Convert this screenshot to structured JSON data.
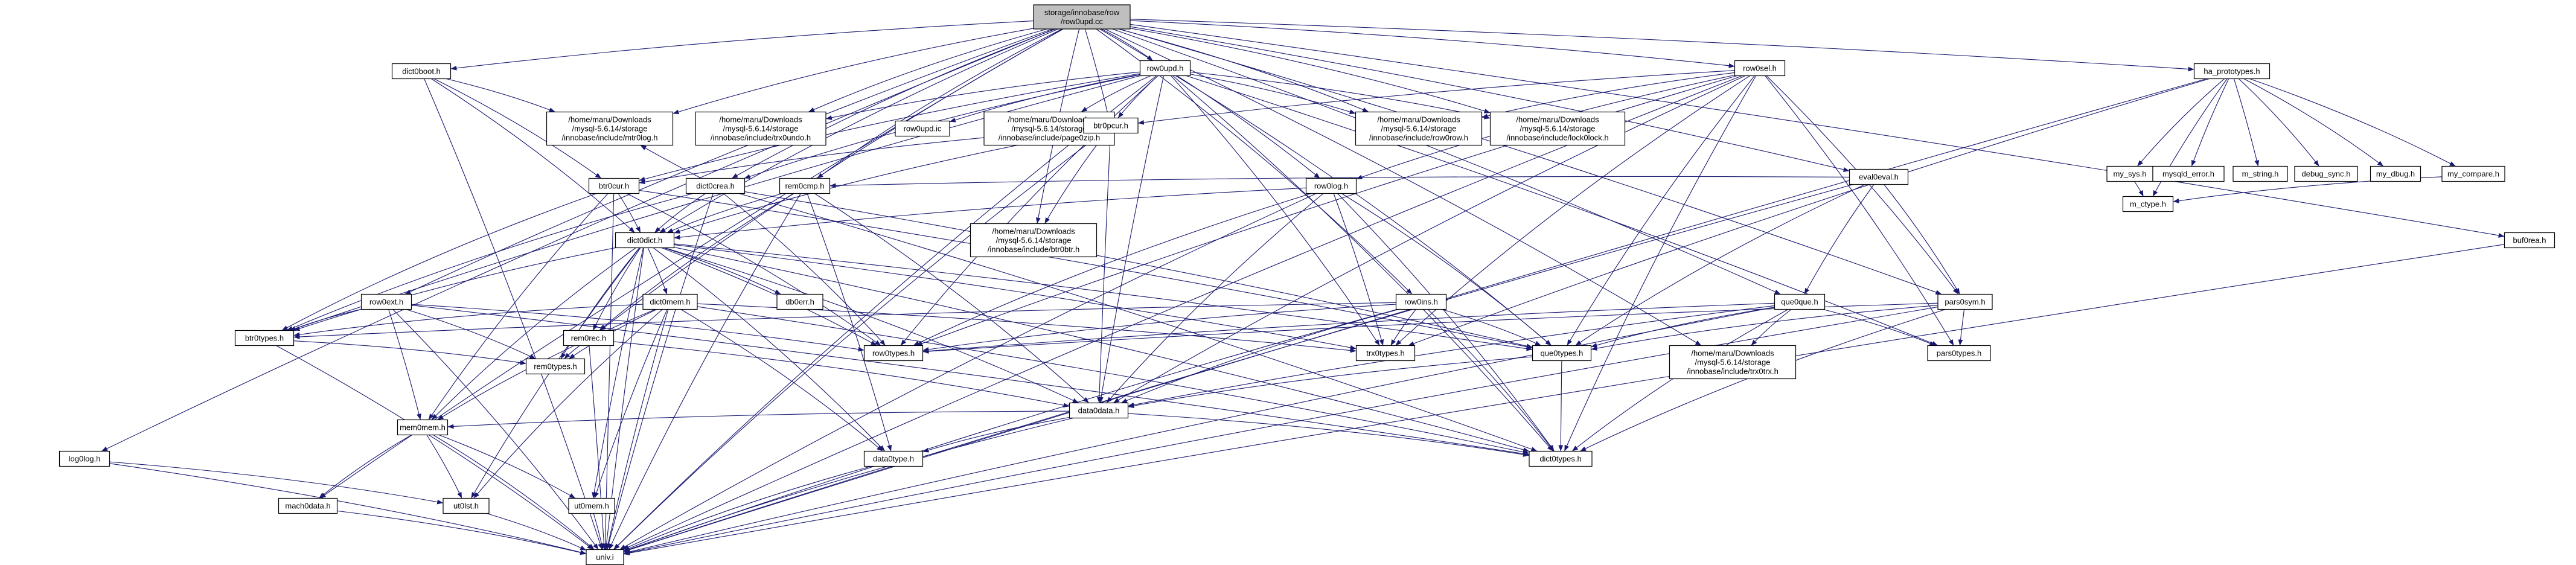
{
  "colors": {
    "root_fill": "#bfbfbf",
    "local_border": "#ff0000",
    "doc_border": "#000000",
    "sys_border": "#bfbfbf",
    "edge": "#191970",
    "label_text": "#000000",
    "node_fill": "#ffffff"
  },
  "nodes": [
    {
      "id": "root",
      "lines": [
        "storage/innobase/row",
        "/row0upd.cc"
      ],
      "kind": "root"
    },
    {
      "id": "dict0boot",
      "lines": [
        "dict0boot.h"
      ],
      "kind": "local"
    },
    {
      "id": "row0upd_h",
      "lines": [
        "row0upd.h"
      ],
      "kind": "doc"
    },
    {
      "id": "row0sel",
      "lines": [
        "row0sel.h"
      ],
      "kind": "local"
    },
    {
      "id": "ha_prototypes",
      "lines": [
        "ha_prototypes.h"
      ],
      "kind": "doc"
    },
    {
      "id": "mtr0log",
      "lines": [
        "/home/maru/Downloads",
        "/mysql-5.6.14/storage",
        "/innobase/include/mtr0log.h"
      ],
      "kind": "sys"
    },
    {
      "id": "trx0undo",
      "lines": [
        "/home/maru/Downloads",
        "/mysql-5.6.14/storage",
        "/innobase/include/trx0undo.h"
      ],
      "kind": "sys"
    },
    {
      "id": "row0upd_ic",
      "lines": [
        "row0upd.ic"
      ],
      "kind": "sys"
    },
    {
      "id": "page0zip",
      "lines": [
        "/home/maru/Downloads",
        "/mysql-5.6.14/storage",
        "/innobase/include/page0zip.h"
      ],
      "kind": "sys"
    },
    {
      "id": "row0row",
      "lines": [
        "/home/maru/Downloads",
        "/mysql-5.6.14/storage",
        "/innobase/include/row0row.h"
      ],
      "kind": "sys"
    },
    {
      "id": "lock0lock",
      "lines": [
        "/home/maru/Downloads",
        "/mysql-5.6.14/storage",
        "/innobase/include/lock0lock.h"
      ],
      "kind": "sys"
    },
    {
      "id": "btr0pcur",
      "lines": [
        "btr0pcur.h"
      ],
      "kind": "local"
    },
    {
      "id": "eval0eval",
      "lines": [
        "eval0eval.h"
      ],
      "kind": "local"
    },
    {
      "id": "my_sys",
      "lines": [
        "my_sys.h"
      ],
      "kind": "local"
    },
    {
      "id": "mysqld_error",
      "lines": [
        "mysqld_error.h"
      ],
      "kind": "sys"
    },
    {
      "id": "m_string",
      "lines": [
        "m_string.h"
      ],
      "kind": "local"
    },
    {
      "id": "debug_sync",
      "lines": [
        "debug_sync.h"
      ],
      "kind": "local"
    },
    {
      "id": "my_dbug",
      "lines": [
        "my_dbug.h"
      ],
      "kind": "local"
    },
    {
      "id": "my_compare",
      "lines": [
        "my_compare.h"
      ],
      "kind": "local"
    },
    {
      "id": "m_ctype",
      "lines": [
        "m_ctype.h"
      ],
      "kind": "local"
    },
    {
      "id": "btr0cur",
      "lines": [
        "btr0cur.h"
      ],
      "kind": "local"
    },
    {
      "id": "dict0crea",
      "lines": [
        "dict0crea.h"
      ],
      "kind": "local"
    },
    {
      "id": "rem0cmp",
      "lines": [
        "rem0cmp.h"
      ],
      "kind": "local"
    },
    {
      "id": "row0log",
      "lines": [
        "row0log.h"
      ],
      "kind": "local"
    },
    {
      "id": "btr0btr",
      "lines": [
        "/home/maru/Downloads",
        "/mysql-5.6.14/storage",
        "/innobase/include/btr0btr.h"
      ],
      "kind": "sys"
    },
    {
      "id": "dict0dict",
      "lines": [
        "dict0dict.h"
      ],
      "kind": "local"
    },
    {
      "id": "buf0rea",
      "lines": [
        "buf0rea.h"
      ],
      "kind": "local"
    },
    {
      "id": "row0ext",
      "lines": [
        "row0ext.h"
      ],
      "kind": "local"
    },
    {
      "id": "dict0mem",
      "lines": [
        "dict0mem.h"
      ],
      "kind": "local"
    },
    {
      "id": "db0err",
      "lines": [
        "db0err.h"
      ],
      "kind": "doc"
    },
    {
      "id": "row0ins",
      "lines": [
        "row0ins.h"
      ],
      "kind": "local"
    },
    {
      "id": "que0que",
      "lines": [
        "que0que.h"
      ],
      "kind": "local"
    },
    {
      "id": "pars0sym",
      "lines": [
        "pars0sym.h"
      ],
      "kind": "local"
    },
    {
      "id": "btr0types",
      "lines": [
        "btr0types.h"
      ],
      "kind": "local"
    },
    {
      "id": "rem0rec",
      "lines": [
        "rem0rec.h"
      ],
      "kind": "local"
    },
    {
      "id": "row0types",
      "lines": [
        "row0types.h"
      ],
      "kind": "doc"
    },
    {
      "id": "trx0types",
      "lines": [
        "trx0types.h"
      ],
      "kind": "local"
    },
    {
      "id": "que0types",
      "lines": [
        "que0types.h"
      ],
      "kind": "doc"
    },
    {
      "id": "trx0trx",
      "lines": [
        "/home/maru/Downloads",
        "/mysql-5.6.14/storage",
        "/innobase/include/trx0trx.h"
      ],
      "kind": "sys"
    },
    {
      "id": "pars0types",
      "lines": [
        "pars0types.h"
      ],
      "kind": "doc"
    },
    {
      "id": "rem0types",
      "lines": [
        "rem0types.h"
      ],
      "kind": "doc"
    },
    {
      "id": "data0data",
      "lines": [
        "data0data.h"
      ],
      "kind": "local"
    },
    {
      "id": "log0log",
      "lines": [
        "log0log.h"
      ],
      "kind": "local"
    },
    {
      "id": "mem0mem",
      "lines": [
        "mem0mem.h"
      ],
      "kind": "local"
    },
    {
      "id": "data0type",
      "lines": [
        "data0type.h"
      ],
      "kind": "local"
    },
    {
      "id": "dict0types",
      "lines": [
        "dict0types.h"
      ],
      "kind": "doc"
    },
    {
      "id": "mach0data",
      "lines": [
        "mach0data.h"
      ],
      "kind": "local"
    },
    {
      "id": "ut0lst",
      "lines": [
        "ut0lst.h"
      ],
      "kind": "doc"
    },
    {
      "id": "ut0mem",
      "lines": [
        "ut0mem.h"
      ],
      "kind": "local"
    },
    {
      "id": "univ",
      "lines": [
        "univ.i"
      ],
      "kind": "sys"
    }
  ],
  "edges": [
    [
      "root",
      "dict0boot"
    ],
    [
      "root",
      "row0upd_h"
    ],
    [
      "root",
      "row0sel"
    ],
    [
      "root",
      "ha_prototypes"
    ],
    [
      "root",
      "mtr0log"
    ],
    [
      "root",
      "trx0undo"
    ],
    [
      "root",
      "row0row"
    ],
    [
      "root",
      "lock0lock"
    ],
    [
      "root",
      "btr0pcur"
    ],
    [
      "root",
      "eval0eval"
    ],
    [
      "root",
      "buf0rea"
    ],
    [
      "root",
      "rem0cmp"
    ],
    [
      "root",
      "row0log"
    ],
    [
      "root",
      "btr0btr"
    ],
    [
      "root",
      "dict0dict"
    ],
    [
      "root",
      "dict0crea"
    ],
    [
      "root",
      "row0ext"
    ],
    [
      "root",
      "row0ins"
    ],
    [
      "root",
      "que0que"
    ],
    [
      "root",
      "pars0sym"
    ],
    [
      "root",
      "rem0rec"
    ],
    [
      "root",
      "log0log"
    ],
    [
      "root",
      "mach0data"
    ],
    [
      "root",
      "trx0trx"
    ],
    [
      "dict0boot",
      "mtr0log"
    ],
    [
      "dict0boot",
      "dict0dict"
    ],
    [
      "dict0boot",
      "univ"
    ],
    [
      "dict0boot",
      "btr0cur"
    ],
    [
      "row0upd_h",
      "trx0undo"
    ],
    [
      "row0upd_h",
      "row0upd_ic"
    ],
    [
      "row0upd_h",
      "page0zip"
    ],
    [
      "row0upd_h",
      "row0row"
    ],
    [
      "row0upd_h",
      "lock0lock"
    ],
    [
      "row0upd_h",
      "btr0pcur"
    ],
    [
      "row0upd_h",
      "btr0types"
    ],
    [
      "row0upd_h",
      "dict0types"
    ],
    [
      "row0upd_h",
      "row0types"
    ],
    [
      "row0upd_h",
      "trx0types"
    ],
    [
      "row0upd_h",
      "que0types"
    ],
    [
      "row0upd_h",
      "data0data"
    ],
    [
      "row0upd_h",
      "pars0types"
    ],
    [
      "row0upd_h",
      "btr0cur"
    ],
    [
      "row0upd_h",
      "dict0crea"
    ],
    [
      "row0upd_h",
      "univ"
    ],
    [
      "row0sel",
      "btr0pcur"
    ],
    [
      "row0sel",
      "row0row"
    ],
    [
      "row0sel",
      "que0types"
    ],
    [
      "row0sel",
      "trx0types"
    ],
    [
      "row0sel",
      "row0types"
    ],
    [
      "row0sel",
      "dict0types"
    ],
    [
      "row0sel",
      "data0data"
    ],
    [
      "row0sel",
      "pars0sym"
    ],
    [
      "row0sel",
      "univ"
    ],
    [
      "row0sel",
      "row0log"
    ],
    [
      "row0sel",
      "pars0types"
    ],
    [
      "ha_prototypes",
      "my_sys"
    ],
    [
      "ha_prototypes",
      "mysqld_error"
    ],
    [
      "ha_prototypes",
      "m_string"
    ],
    [
      "ha_prototypes",
      "debug_sync"
    ],
    [
      "ha_prototypes",
      "my_dbug"
    ],
    [
      "ha_prototypes",
      "my_compare"
    ],
    [
      "ha_prototypes",
      "m_ctype"
    ],
    [
      "ha_prototypes",
      "trx0types"
    ],
    [
      "ha_prototypes",
      "univ"
    ],
    [
      "my_sys",
      "m_ctype"
    ],
    [
      "my_compare",
      "m_ctype"
    ],
    [
      "btr0pcur",
      "btr0cur"
    ],
    [
      "btr0pcur",
      "btr0btr"
    ],
    [
      "btr0pcur",
      "dict0dict"
    ],
    [
      "btr0pcur",
      "data0data"
    ],
    [
      "btr0pcur",
      "univ"
    ],
    [
      "eval0eval",
      "que0que"
    ],
    [
      "eval0eval",
      "pars0sym"
    ],
    [
      "eval0eval",
      "que0types"
    ],
    [
      "eval0eval",
      "univ"
    ],
    [
      "eval0eval",
      "rem0cmp"
    ],
    [
      "buf0rea",
      "univ"
    ],
    [
      "btr0cur",
      "dict0dict"
    ],
    [
      "btr0cur",
      "btr0types"
    ],
    [
      "btr0cur",
      "que0types"
    ],
    [
      "btr0cur",
      "row0types"
    ],
    [
      "btr0cur",
      "univ"
    ],
    [
      "btr0cur",
      "mem0mem"
    ],
    [
      "dict0crea",
      "dict0dict"
    ],
    [
      "dict0crea",
      "dict0types"
    ],
    [
      "dict0crea",
      "que0types"
    ],
    [
      "dict0crea",
      "row0types"
    ],
    [
      "dict0crea",
      "btr0types"
    ],
    [
      "dict0crea",
      "univ"
    ],
    [
      "dict0crea",
      "mtr0log"
    ],
    [
      "rem0cmp",
      "dict0dict"
    ],
    [
      "rem0cmp",
      "data0data"
    ],
    [
      "rem0cmp",
      "data0type"
    ],
    [
      "rem0cmp",
      "rem0rec"
    ],
    [
      "rem0cmp",
      "univ"
    ],
    [
      "row0log",
      "dict0dict"
    ],
    [
      "row0log",
      "row0types"
    ],
    [
      "row0log",
      "trx0types"
    ],
    [
      "row0log",
      "que0types"
    ],
    [
      "row0log",
      "data0data"
    ],
    [
      "row0log",
      "dict0types"
    ],
    [
      "row0log",
      "univ"
    ],
    [
      "dict0dict",
      "dict0mem"
    ],
    [
      "dict0dict",
      "db0err"
    ],
    [
      "dict0dict",
      "data0data"
    ],
    [
      "dict0dict",
      "data0type"
    ],
    [
      "dict0dict",
      "dict0types"
    ],
    [
      "dict0dict",
      "rem0types"
    ],
    [
      "dict0dict",
      "row0types"
    ],
    [
      "dict0dict",
      "trx0types"
    ],
    [
      "dict0dict",
      "que0types"
    ],
    [
      "dict0dict",
      "ut0mem"
    ],
    [
      "dict0dict",
      "mem0mem"
    ],
    [
      "dict0dict",
      "btr0types"
    ],
    [
      "dict0dict",
      "ut0lst"
    ],
    [
      "dict0dict",
      "univ"
    ],
    [
      "dict0dict",
      "rem0rec"
    ],
    [
      "row0ext",
      "data0types"
    ],
    [
      "row0ext",
      "dict0types"
    ],
    [
      "row0ext",
      "mem0mem"
    ],
    [
      "row0ext",
      "btr0types"
    ],
    [
      "row0ext",
      "rem0types"
    ],
    [
      "row0ext",
      "univ"
    ],
    [
      "row0ext",
      "row0types"
    ],
    [
      "dict0mem",
      "dict0types"
    ],
    [
      "dict0mem",
      "data0type"
    ],
    [
      "dict0mem",
      "mem0mem"
    ],
    [
      "dict0mem",
      "rem0types"
    ],
    [
      "dict0mem",
      "btr0types"
    ],
    [
      "dict0mem",
      "ut0mem"
    ],
    [
      "dict0mem",
      "ut0lst"
    ],
    [
      "dict0mem",
      "trx0types"
    ],
    [
      "dict0mem",
      "univ"
    ],
    [
      "row0ins",
      "data0data"
    ],
    [
      "row0ins",
      "que0types"
    ],
    [
      "row0ins",
      "trx0types"
    ],
    [
      "row0ins",
      "row0types"
    ],
    [
      "row0ins",
      "dict0types"
    ],
    [
      "row0ins",
      "univ"
    ],
    [
      "row0ins",
      "btr0types"
    ],
    [
      "que0que",
      "que0types"
    ],
    [
      "que0que",
      "trx0trx"
    ],
    [
      "que0que",
      "pars0types"
    ],
    [
      "que0que",
      "data0data"
    ],
    [
      "que0que",
      "dict0types"
    ],
    [
      "que0que",
      "univ"
    ],
    [
      "que0que",
      "row0types"
    ],
    [
      "pars0sym",
      "que0types"
    ],
    [
      "pars0sym",
      "pars0types"
    ],
    [
      "pars0sym",
      "dict0types"
    ],
    [
      "pars0sym",
      "row0types"
    ],
    [
      "pars0sym",
      "univ"
    ],
    [
      "btr0types",
      "rem0types"
    ],
    [
      "btr0types",
      "univ"
    ],
    [
      "rem0rec",
      "data0data"
    ],
    [
      "rem0rec",
      "rem0types"
    ],
    [
      "rem0rec",
      "univ"
    ],
    [
      "que0types",
      "data0data"
    ],
    [
      "que0types",
      "dict0types"
    ],
    [
      "data0data",
      "data0type"
    ],
    [
      "data0data",
      "mem0mem"
    ],
    [
      "data0data",
      "dict0types"
    ],
    [
      "data0data",
      "univ"
    ],
    [
      "log0log",
      "ut0lst"
    ],
    [
      "log0log",
      "univ"
    ],
    [
      "mem0mem",
      "ut0mem"
    ],
    [
      "mem0mem",
      "ut0lst"
    ],
    [
      "mem0mem",
      "mach0data"
    ],
    [
      "mem0mem",
      "univ"
    ],
    [
      "data0type",
      "univ"
    ],
    [
      "mach0data",
      "univ"
    ],
    [
      "ut0lst",
      "univ"
    ],
    [
      "ut0mem",
      "univ"
    ]
  ]
}
